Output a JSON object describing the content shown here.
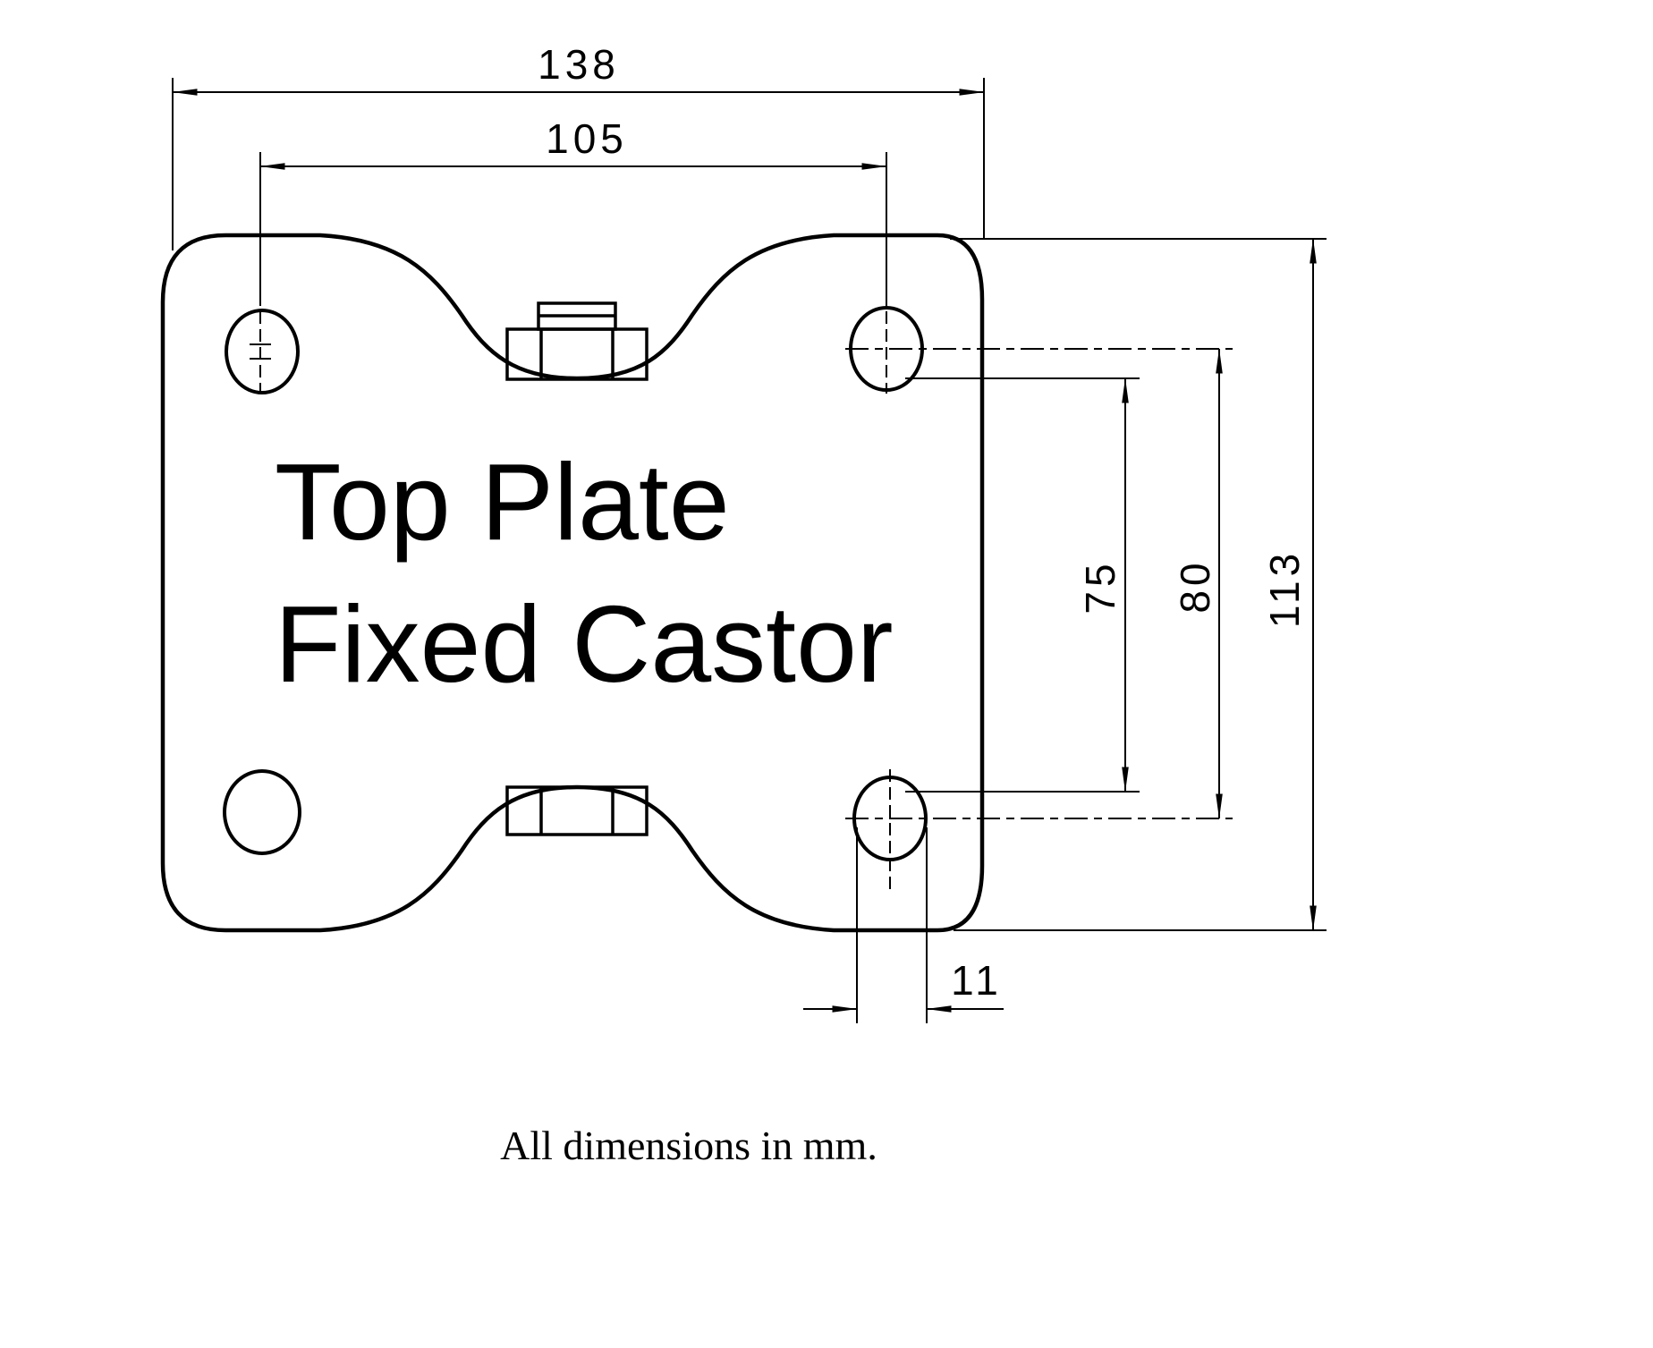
{
  "drawing": {
    "title": {
      "line1": "Top Plate",
      "line2": "Fixed Castor"
    },
    "footnote": "All dimensions in mm.",
    "dimensions": {
      "overall_width": "138",
      "hole_pitch_width": "105",
      "overall_height": "113",
      "hole_pitch_height": "80",
      "inner_spacing": "75",
      "slot_width": "11"
    },
    "colors": {
      "line": "#000000",
      "background": "#ffffff"
    }
  }
}
